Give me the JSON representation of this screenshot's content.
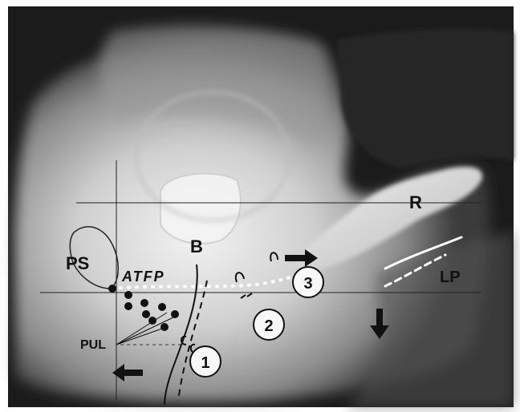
{
  "figure": {
    "labels": {
      "ps": "PS",
      "b": "B",
      "atfp": "ATFP",
      "pul": "PUL",
      "r": "R",
      "lp": "LP",
      "one": "1",
      "two": "2",
      "three": "3"
    },
    "colors": {
      "background": "#ffffff",
      "film_dark": "#1a1a1a",
      "film_mid": "#7a7a7a",
      "film_light": "#e6e6e6",
      "overlay_ink": "#111111",
      "highlight": "#ffffff"
    },
    "icons": [
      "arrow-left-icon",
      "arrow-right-icon",
      "arrow-down-icon"
    ]
  }
}
